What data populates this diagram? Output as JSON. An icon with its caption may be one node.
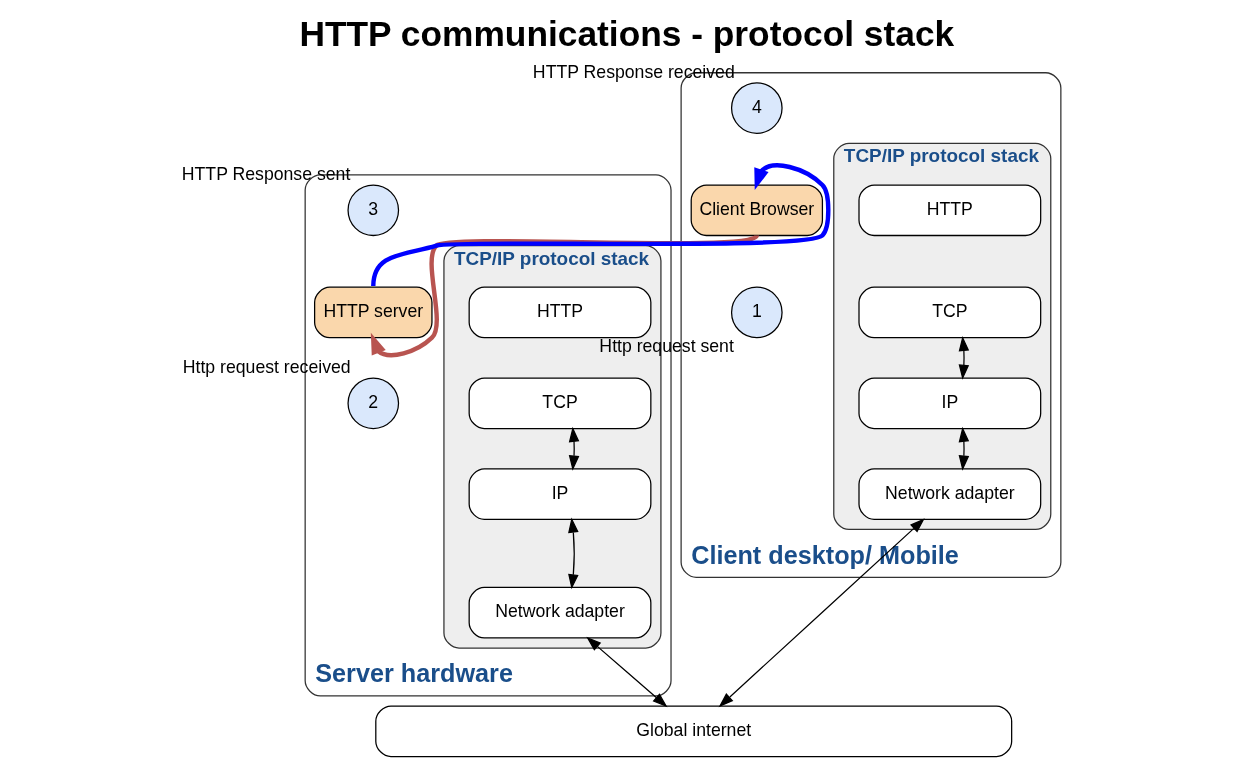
{
  "diagram": {
    "title": "HTTP communications - protocol stack",
    "nodes": [
      {
        "text": [
          "Client desktop/ Mobile"
        ]
      },
      {
        "text": [
          "TCP/IP protocol stack"
        ],
        "in": 0
      },
      {
        "text": [
          "HTTP"
        ],
        "in": 1
      },
      {
        "text": [
          "TCP"
        ],
        "in": 1
      },
      {
        "text": [
          "IP"
        ],
        "in": 1
      },
      {
        "text": [
          "Network adapter"
        ],
        "in": 1
      },
      {
        "text": [
          "Client Browser"
        ],
        "in": 0
      },
      {
        "text": [
          "Server hardware"
        ]
      },
      {
        "text": [
          "TCP/IP protocol stack"
        ],
        "in": 7
      },
      {
        "text": [
          "HTTP"
        ],
        "in": 8
      },
      {
        "text": [
          "TCP"
        ],
        "in": 8
      },
      {
        "text": [
          "IP"
        ],
        "in": 8
      },
      {
        "text": [
          "Network adapter"
        ],
        "in": 8
      },
      {
        "text": [
          "HTTP server"
        ],
        "in": 7
      },
      {
        "text": [
          "Global internet"
        ]
      },
      {
        "text": [
          "4"
        ],
        "beside": [
          "HTTP Response received"
        ],
        "in": 0
      },
      {
        "text": [
          "1"
        ],
        "beside": [
          "Http request sent"
        ],
        "in": 0
      },
      {
        "text": [
          "3"
        ],
        "beside": [
          "HTTP Response sent"
        ],
        "in": 7
      },
      {
        "text": [
          "2"
        ],
        "beside": [
          "Http request received"
        ],
        "in": 7
      }
    ],
    "edges": [
      {
        "from": 6,
        "to": 13,
        "arrow": "to",
        "style": "thick",
        "color": "#b85450"
      },
      {
        "from": 13,
        "to": 6,
        "arrow": "to",
        "style": "thick",
        "color": "#0000ff"
      },
      {
        "from": 3,
        "to": 4,
        "arrow": "both"
      },
      {
        "from": 4,
        "to": 5,
        "arrow": "both"
      },
      {
        "from": 5,
        "to": 14,
        "arrow": "both"
      },
      {
        "from": 10,
        "to": 11,
        "arrow": "both"
      },
      {
        "from": 11,
        "to": 12,
        "arrow": "both"
      },
      {
        "from": 12,
        "to": 14,
        "arrow": "both"
      }
    ]
  }
}
